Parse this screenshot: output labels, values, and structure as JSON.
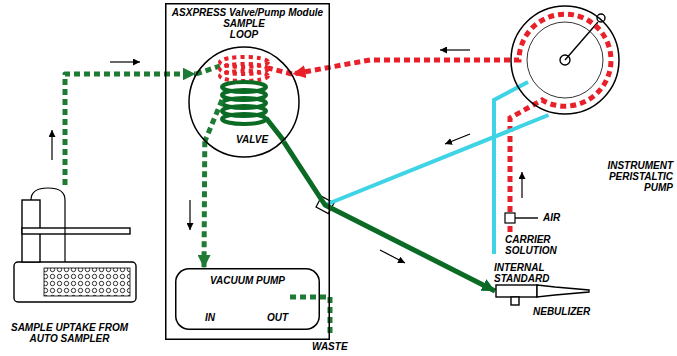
{
  "diagram": {
    "nodes": [
      {
        "text": [
          "ASXPRESS Valve/Pump Module"
        ]
      },
      {
        "text": [
          "SAMPLE LOOP",
          "VALVE"
        ],
        "in": 0
      },
      {
        "text": [
          "VACUUM PUMP",
          "IN",
          "OUT"
        ],
        "in": 0
      },
      {
        "text": [
          "INSTRUMENT PERISTALTIC PUMP"
        ]
      },
      {
        "text": [
          "NEBULIZER"
        ]
      },
      {
        "text": [
          "SAMPLE UPTAKE FROM AUTO SAMPLER"
        ]
      }
    ],
    "edges": [
      {
        "from": 5,
        "to": 1,
        "arrow": "to"
      },
      {
        "from": 1,
        "to": 2,
        "arrow": "to"
      },
      {
        "from": 3,
        "to": 1,
        "arrow": "to"
      },
      {
        "from": 3,
        "to": 4,
        "arrow": "to"
      },
      {
        "from": 1,
        "to": 4,
        "arrow": "to"
      }
    ],
    "labels": [
      "AIR",
      "CARRIER SOLUTION",
      "INTERNAL STANDARD",
      "WASTE"
    ]
  }
}
